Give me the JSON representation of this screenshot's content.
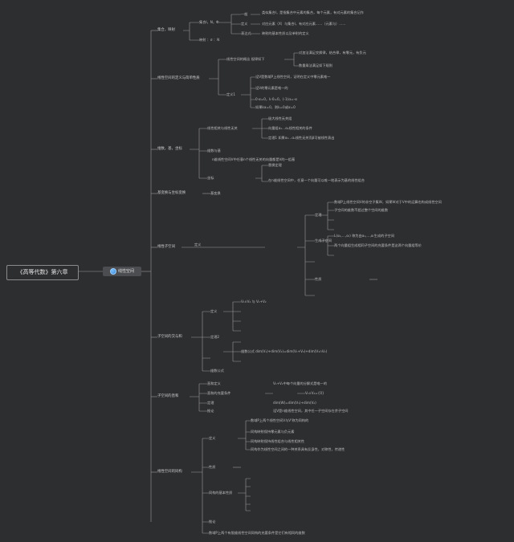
{
  "root": "《高等代数》第六章",
  "hub": "线性空间",
  "l1": [
    "集合，映射",
    "线性空间的定义与简单性质",
    "维数，基，坐标",
    "基变换与坐标变换",
    "线性子空间",
    "子空间的交与和",
    "子空间的直和",
    "线性空间的同构"
  ],
  "set_map": {
    "collection": "集合Ⅰ，N，Φ",
    "collection_items": [
      "一般",
      "定义",
      "表达式"
    ],
    "collection_desc": [
      "类似集合Ⅰ，是指集合中元素的集合，每个元素，有对元素的集合记作",
      "对应元素（X）与集合Ⅰ，有对应元素……（元素与）……",
      "映射的基本性质以及单射的定义"
    ],
    "mapping": "映射 ：σ ：N"
  },
  "def_items": [
    "线性空间的概念 规律如下",
    "定义1"
  ],
  "def_desc": [
    "对加法满足交换律，结合律，有零元，有负元",
    "数量乘法满足如下规则",
    "设V是数域P上线性空间，证明在定义中零元素唯一",
    "设V的零元素是唯一的",
    "负元素是唯一的",
    "0·α=0，k·0=0，(-1)α=-α",
    "如果kα=0，则k=0或α=0"
  ],
  "dim_items": [
    "线性相关与线性无关",
    "极大线性无关组",
    "维数与基",
    "坐标"
  ],
  "dim_desc": [
    "向量组α₁…αₛ线性相关的条件",
    "定理1 如果α₁…αₛ线性无关而β可被线性表出",
    "替换定理",
    "n维线性空间V中任意n个线性无关的向量都是V的一组基",
    "在n维线性空间中，任意一个向量可以唯一地表示为基的线性组合"
  ],
  "change_label": "基变换",
  "sub_items": [
    "定义",
    "定理",
    "生成子空间",
    "性质"
  ],
  "sub_desc": [
    "数域P上线性空间V的非空子集W，如果W对于V中的运算也构成线性空间",
    "子空间的维数不超过整个空间的维数",
    "L(α₁,…,αᵣ) 称为由α₁,…,αᵣ生成的子空间",
    "两个向量组生成相同子空间的充要条件是这两个向量组等价"
  ],
  "inter_items": [
    "定义",
    "定理2",
    "维数公式"
  ],
  "inter_desc": [
    "V₁∩V₂ 与 V₁+V₂",
    "维数公式 dim(V₁)+dim(V₂)=dim(V₁+V₂)+dim(V₁∩V₂)"
  ],
  "direct_items": [
    "直和定义",
    "直和的充要条件",
    "定理",
    "推论"
  ],
  "direct_desc": [
    "V₁+V₂中每个向量的分解式是唯一的",
    "V₁∩V₂={0}",
    "dim(W)=dim(V₁)+dim(V₂)",
    "设V是n维线性空间，其中任一子空间存在余子空间"
  ],
  "iso_items": [
    "定义",
    "性质",
    "同构的基本性质",
    "推论"
  ],
  "iso_desc": [
    "数域P上两个线性空间V与V'称为同构的",
    "同构映射保持零元素与负元素",
    "同构映射保持线性组合与线性相关性",
    "同构作为线性空间之间的一种关系具有反身性，对称性，传递性",
    "数域P上两个有限维线性空间同构的充要条件是它们有相同的维数"
  ]
}
